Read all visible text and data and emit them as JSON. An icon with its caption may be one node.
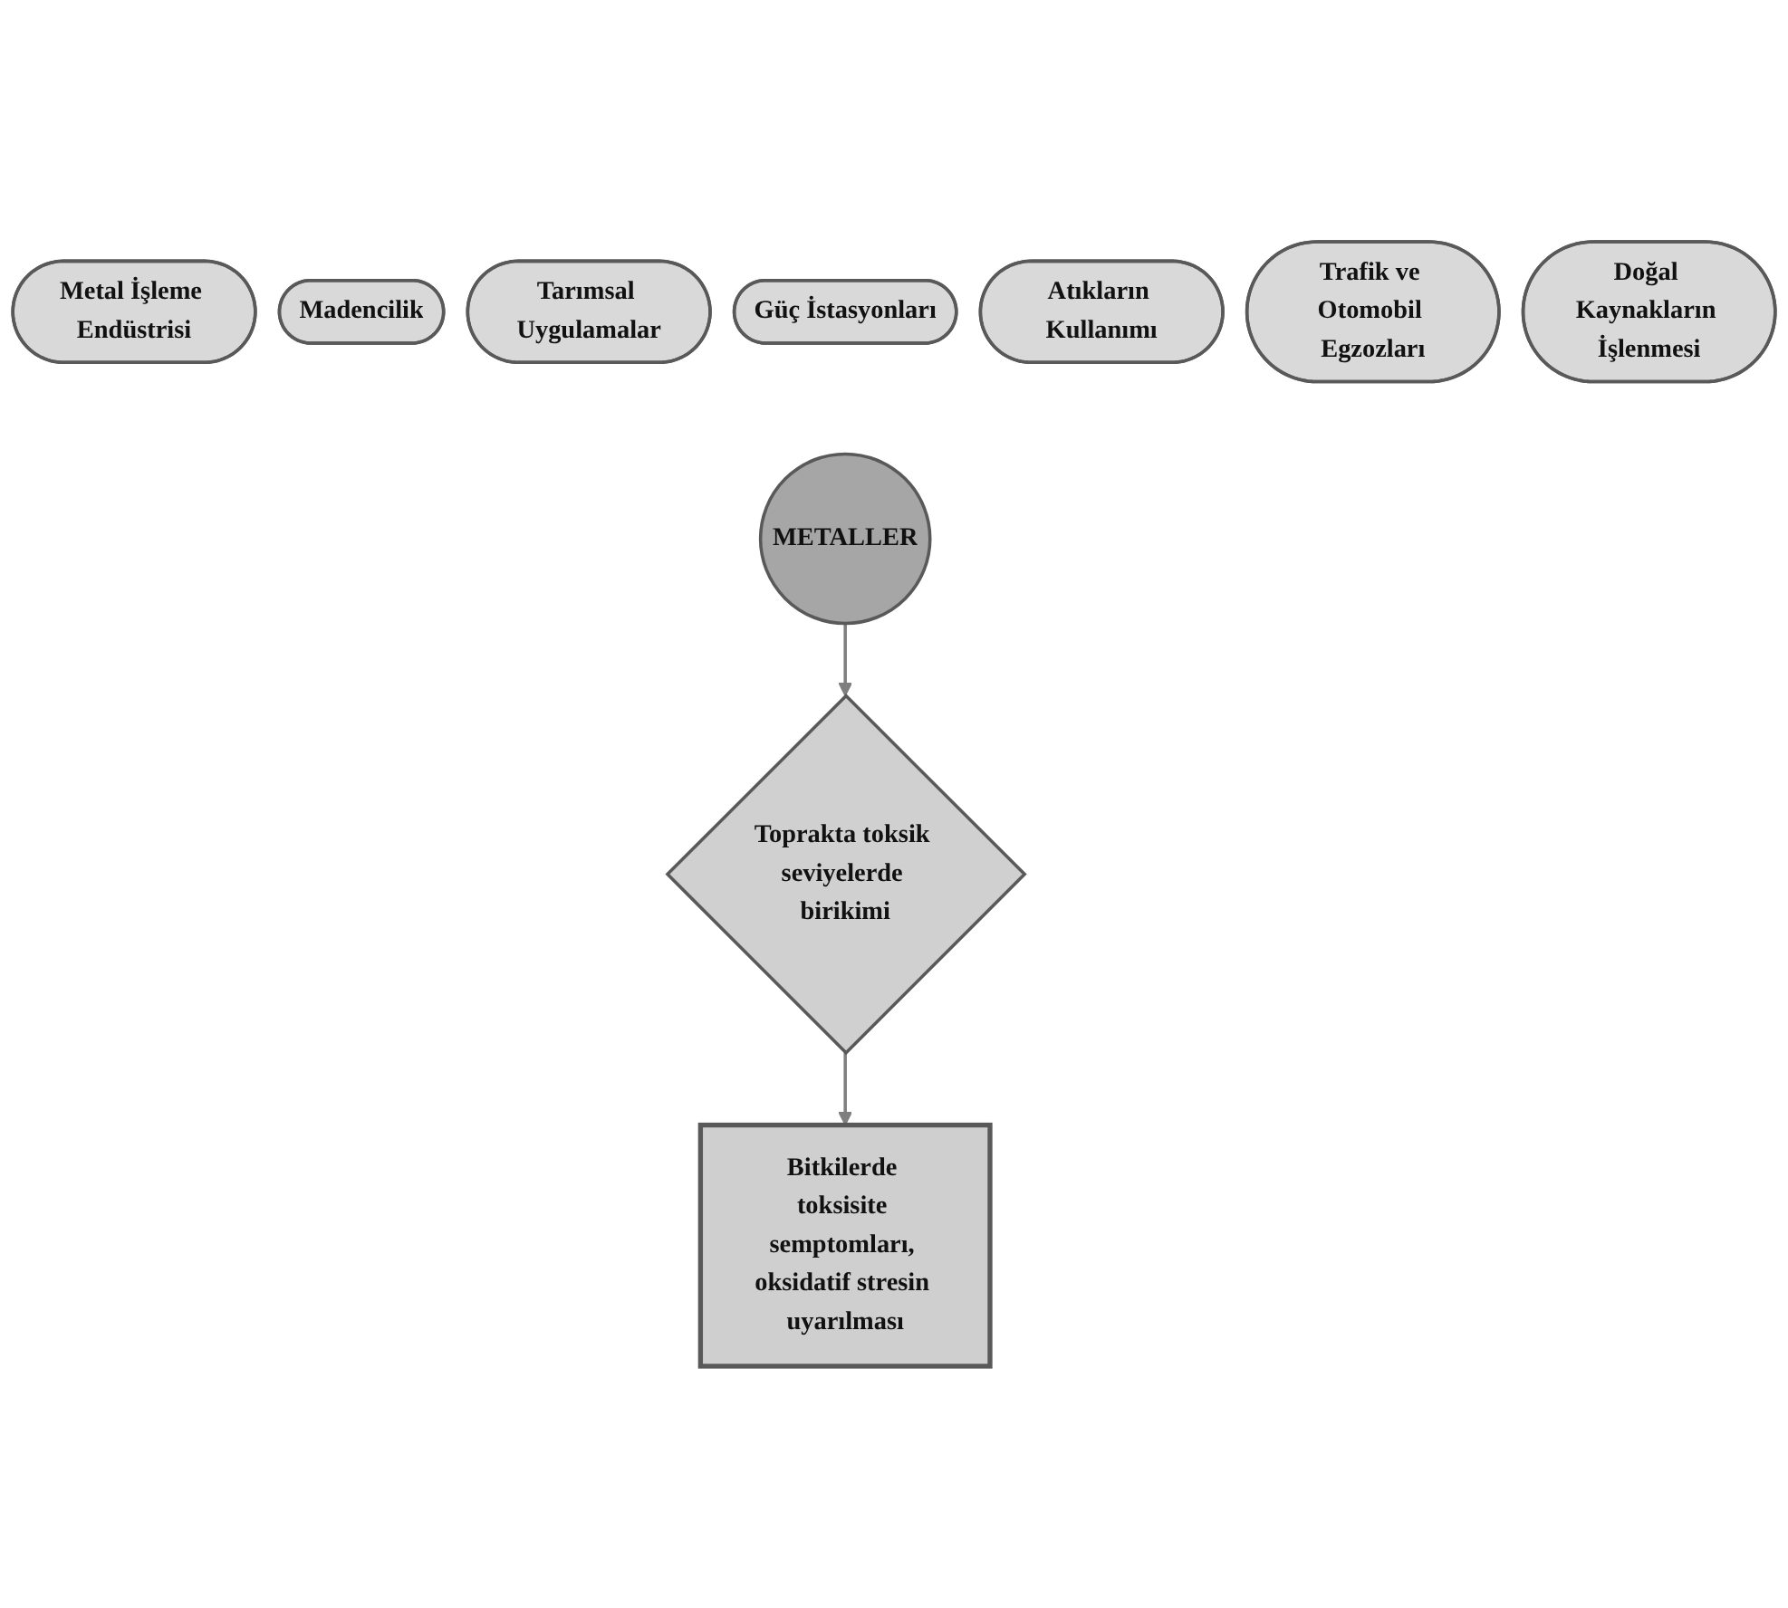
{
  "diagram": {
    "nodes": [
      {
        "text": [
          "Metal İşleme Endüstrisi"
        ]
      },
      {
        "text": [
          "Madencilik"
        ]
      },
      {
        "text": [
          "Tarımsal Uygulamalar"
        ]
      },
      {
        "text": [
          "Güç İstasyonları"
        ]
      },
      {
        "text": [
          "METALLER"
        ]
      },
      {
        "text": [
          "Atıkların Kullanımı"
        ]
      },
      {
        "text": [
          "Trafik ve Otomobil Egzozları"
        ]
      },
      {
        "text": [
          "Doğal Kaynakların İşlenmesi"
        ]
      },
      {
        "text": [
          "Toprakta toksik seviyelerde birikimi"
        ]
      },
      {
        "text": [
          "Bitkilerde toksisite semptomları, oksidatif stresin uyarılması"
        ]
      }
    ],
    "edges": [
      {
        "from": 4,
        "to": 8,
        "arrow": "to"
      },
      {
        "from": 8,
        "to": 9,
        "arrow": "to"
      }
    ]
  }
}
